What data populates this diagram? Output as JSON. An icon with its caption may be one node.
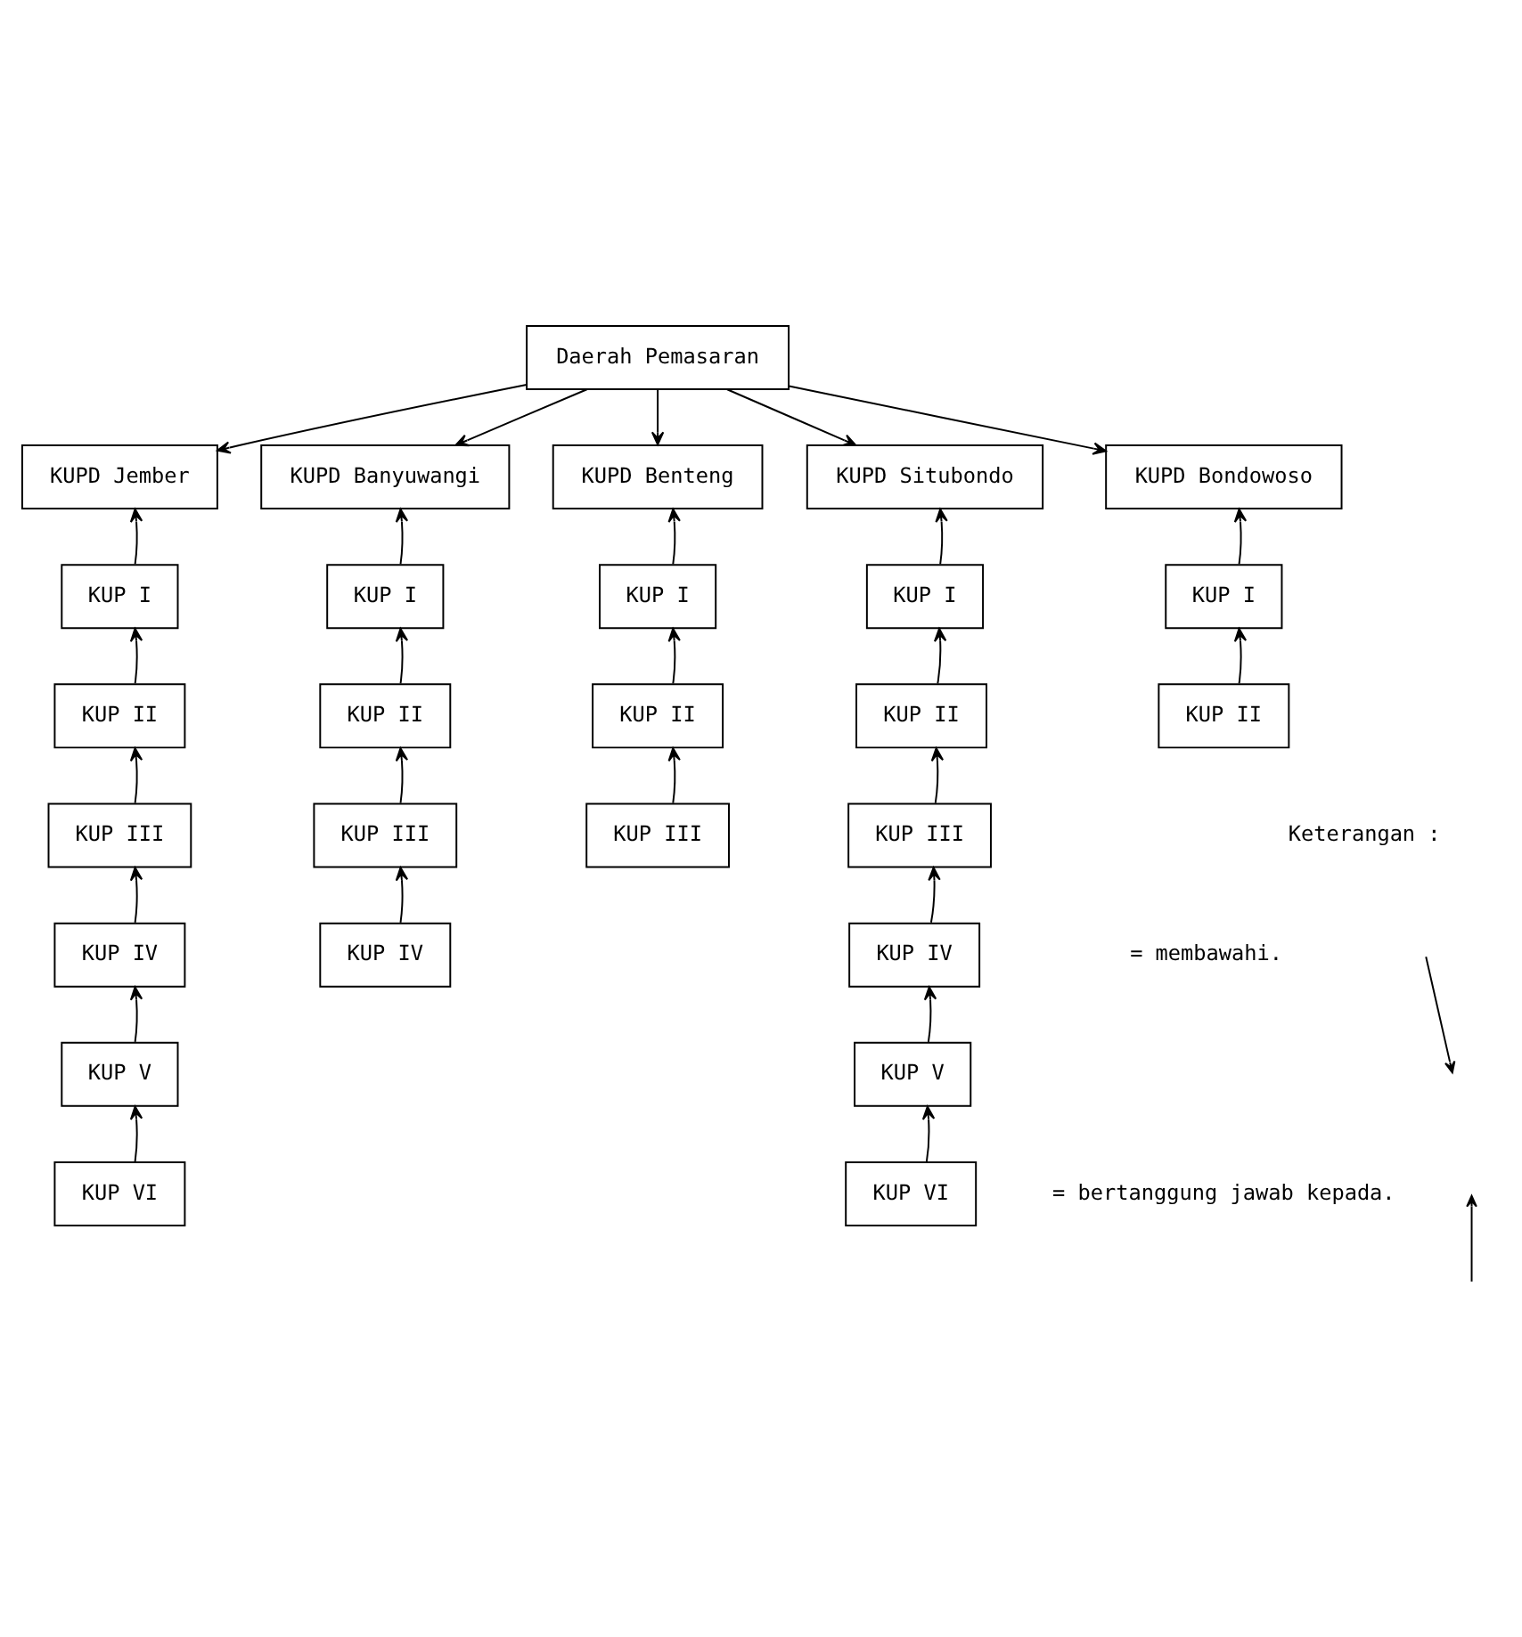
{
  "diagram": {
    "nodes": [
      {
        "text": [
          "Daerah Pemasaran"
        ]
      },
      {
        "text": [
          "KUPD Jember"
        ]
      },
      {
        "text": [
          "KUPD Banyuwangi"
        ]
      },
      {
        "text": [
          "KUPD Benteng"
        ]
      },
      {
        "text": [
          "KUPD Situbondo"
        ]
      },
      {
        "text": [
          "KUPD Bondowoso"
        ]
      },
      {
        "text": [
          "KUP I"
        ]
      },
      {
        "text": [
          "KUP II"
        ]
      },
      {
        "text": [
          "KUP III"
        ]
      },
      {
        "text": [
          "KUP IV"
        ]
      },
      {
        "text": [
          "KUP V"
        ]
      },
      {
        "text": [
          "KUP VI"
        ]
      },
      {
        "text": [
          "KUP I"
        ]
      },
      {
        "text": [
          "KUP II"
        ]
      },
      {
        "text": [
          "KUP III"
        ]
      },
      {
        "text": [
          "KUP IV"
        ]
      },
      {
        "text": [
          "KUP I"
        ]
      },
      {
        "text": [
          "KUP II"
        ]
      },
      {
        "text": [
          "KUP III"
        ]
      },
      {
        "text": [
          "KUP I"
        ]
      },
      {
        "text": [
          "KUP II"
        ]
      },
      {
        "text": [
          "KUP III"
        ]
      },
      {
        "text": [
          "KUP IV"
        ]
      },
      {
        "text": [
          "KUP V"
        ]
      },
      {
        "text": [
          "KUP VI"
        ]
      },
      {
        "text": [
          "KUP I"
        ]
      },
      {
        "text": [
          "KUP II"
        ]
      }
    ],
    "edges": [
      {
        "from": 0,
        "to": 1,
        "arrow": "to"
      },
      {
        "from": 0,
        "to": 2,
        "arrow": "to"
      },
      {
        "from": 0,
        "to": 3,
        "arrow": "to"
      },
      {
        "from": 0,
        "to": 4,
        "arrow": "to"
      },
      {
        "from": 0,
        "to": 5,
        "arrow": "to"
      },
      {
        "from": 6,
        "to": 1,
        "arrow": "to"
      },
      {
        "from": 7,
        "to": 6,
        "arrow": "to"
      },
      {
        "from": 8,
        "to": 7,
        "arrow": "to"
      },
      {
        "from": 9,
        "to": 8,
        "arrow": "to"
      },
      {
        "from": 10,
        "to": 9,
        "arrow": "to"
      },
      {
        "from": 11,
        "to": 10,
        "arrow": "to"
      },
      {
        "from": 12,
        "to": 2,
        "arrow": "to"
      },
      {
        "from": 13,
        "to": 12,
        "arrow": "to"
      },
      {
        "from": 14,
        "to": 13,
        "arrow": "to"
      },
      {
        "from": 15,
        "to": 14,
        "arrow": "to"
      },
      {
        "from": 16,
        "to": 3,
        "arrow": "to"
      },
      {
        "from": 17,
        "to": 16,
        "arrow": "to"
      },
      {
        "from": 18,
        "to": 17,
        "arrow": "to"
      },
      {
        "from": 19,
        "to": 4,
        "arrow": "to"
      },
      {
        "from": 20,
        "to": 19,
        "arrow": "to"
      },
      {
        "from": 21,
        "to": 20,
        "arrow": "to"
      },
      {
        "from": 22,
        "to": 21,
        "arrow": "to"
      },
      {
        "from": 23,
        "to": 22,
        "arrow": "to"
      },
      {
        "from": 24,
        "to": 23,
        "arrow": "to"
      },
      {
        "from": 25,
        "to": 5,
        "arrow": "to"
      },
      {
        "from": 26,
        "to": 25,
        "arrow": "to"
      }
    ],
    "labels": [
      "Keterangan :"
    ],
    "legend": [
      {
        "text": "= membawahi."
      },
      {
        "text": "= bertanggung jawab kepada."
      }
    ]
  }
}
